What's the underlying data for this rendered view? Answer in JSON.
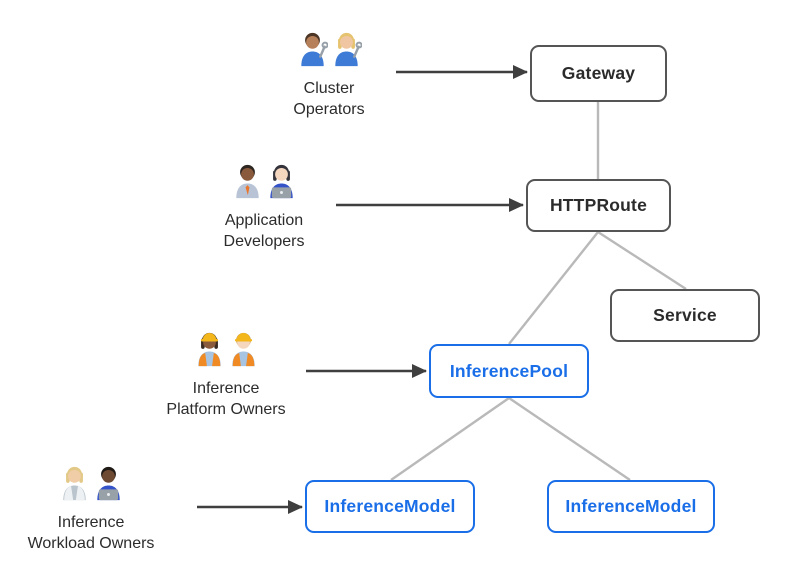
{
  "diagram": {
    "background_color": "#ffffff",
    "colors": {
      "standard_node_border": "#555555",
      "standard_node_text": "#2b2b2b",
      "extension_node_border": "#1a6ee8",
      "extension_node_text": "#1a6ee8",
      "connector": "#b9b9b9",
      "arrow": "#3f3f3f"
    },
    "nodes": [
      {
        "id": "gateway",
        "label": "Gateway",
        "style": "standard"
      },
      {
        "id": "httproute",
        "label": "HTTPRoute",
        "style": "standard"
      },
      {
        "id": "service",
        "label": "Service",
        "style": "standard"
      },
      {
        "id": "inferencepool",
        "label": "InferencePool",
        "style": "extension"
      },
      {
        "id": "inferencemodel-1",
        "label": "InferenceModel",
        "style": "extension"
      },
      {
        "id": "inferencemodel-2",
        "label": "InferenceModel",
        "style": "extension"
      }
    ],
    "edges": [
      {
        "from": "gateway",
        "to": "httproute",
        "type": "line"
      },
      {
        "from": "httproute",
        "to": "inferencepool",
        "type": "line"
      },
      {
        "from": "httproute",
        "to": "service",
        "type": "line"
      },
      {
        "from": "inferencepool",
        "to": "inferencemodel-1",
        "type": "line"
      },
      {
        "from": "inferencepool",
        "to": "inferencemodel-2",
        "type": "line"
      },
      {
        "from": "cluster-operators",
        "to": "gateway",
        "type": "arrow"
      },
      {
        "from": "application-developers",
        "to": "httproute",
        "type": "arrow"
      },
      {
        "from": "inference-platform-owners",
        "to": "inferencepool",
        "type": "arrow"
      },
      {
        "from": "inference-workload-owners",
        "to": "inferencemodel-1",
        "type": "arrow"
      }
    ],
    "personas": [
      {
        "id": "cluster-operators",
        "label_lines": [
          "Cluster",
          "Operators"
        ],
        "icons": [
          "man-mechanic-icon",
          "woman-mechanic-icon"
        ]
      },
      {
        "id": "application-developers",
        "label_lines": [
          "Application",
          "Developers"
        ],
        "icons": [
          "man-office-worker-icon",
          "woman-technologist-icon"
        ]
      },
      {
        "id": "inference-platform-owners",
        "label_lines": [
          "Inference",
          "Platform Owners"
        ],
        "icons": [
          "woman-construction-worker-icon",
          "man-construction-worker-icon"
        ]
      },
      {
        "id": "inference-workload-owners",
        "label_lines": [
          "Inference",
          "Workload Owners"
        ],
        "icons": [
          "health-worker-icon",
          "man-technologist-icon"
        ]
      }
    ]
  }
}
